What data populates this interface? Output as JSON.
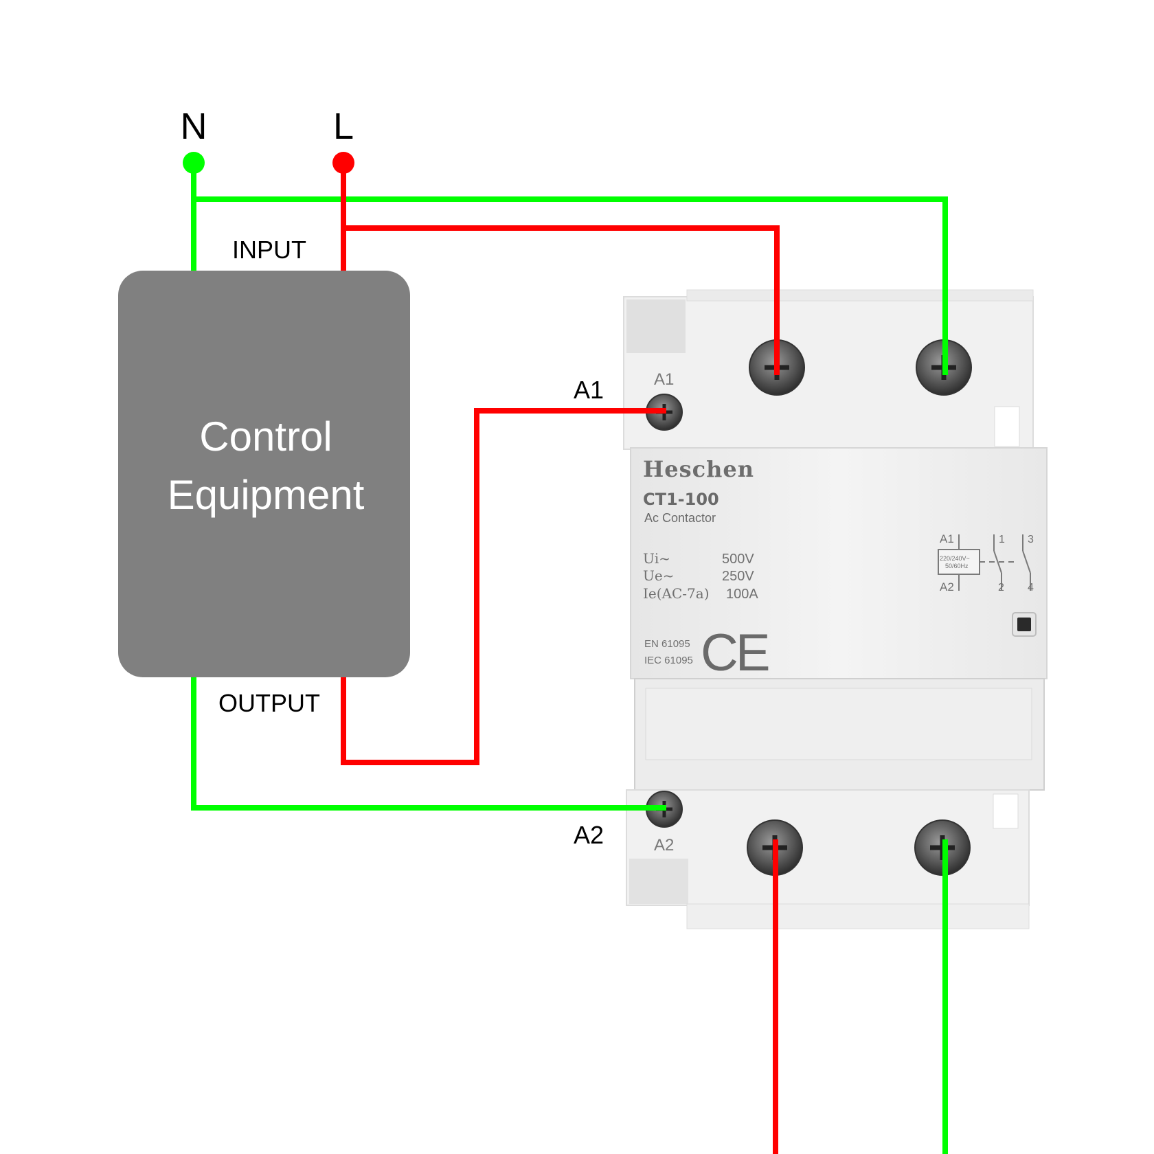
{
  "terminals": {
    "neutral": {
      "label": "N",
      "color": "#00ff00"
    },
    "line": {
      "label": "L",
      "color": "#ff0000"
    }
  },
  "control_box": {
    "title_line1": "Control",
    "title_line2": "Equipment",
    "input_label": "INPUT",
    "output_label": "OUTPUT",
    "fill_color": "#808080"
  },
  "wire_labels": {
    "a1": "A1",
    "a2": "A2"
  },
  "contactor": {
    "brand": "Heschen",
    "model": "CT1-100",
    "type": "Ac Contactor",
    "terminal_a1": "A1",
    "terminal_a2": "A2",
    "ratings": [
      {
        "name": "Ui~",
        "value": "500V"
      },
      {
        "name": "Ue~",
        "value": "250V"
      },
      {
        "name": "Ie(AC-7a)",
        "value": "100A"
      }
    ],
    "standards": [
      "EN 61095",
      "IEC 61095"
    ],
    "mark": "CE",
    "schematic": {
      "a1": "A1",
      "a2": "A2",
      "coil_line1": "220/240V~",
      "coil_line2": "50/60Hz",
      "pole1_top": "1",
      "pole1_bottom": "2",
      "pole2_top": "3",
      "pole2_bottom": "4"
    }
  },
  "colors": {
    "live_wire": "#ff0000",
    "neutral_wire": "#00ff00",
    "device_body": "#f2f2f2"
  }
}
